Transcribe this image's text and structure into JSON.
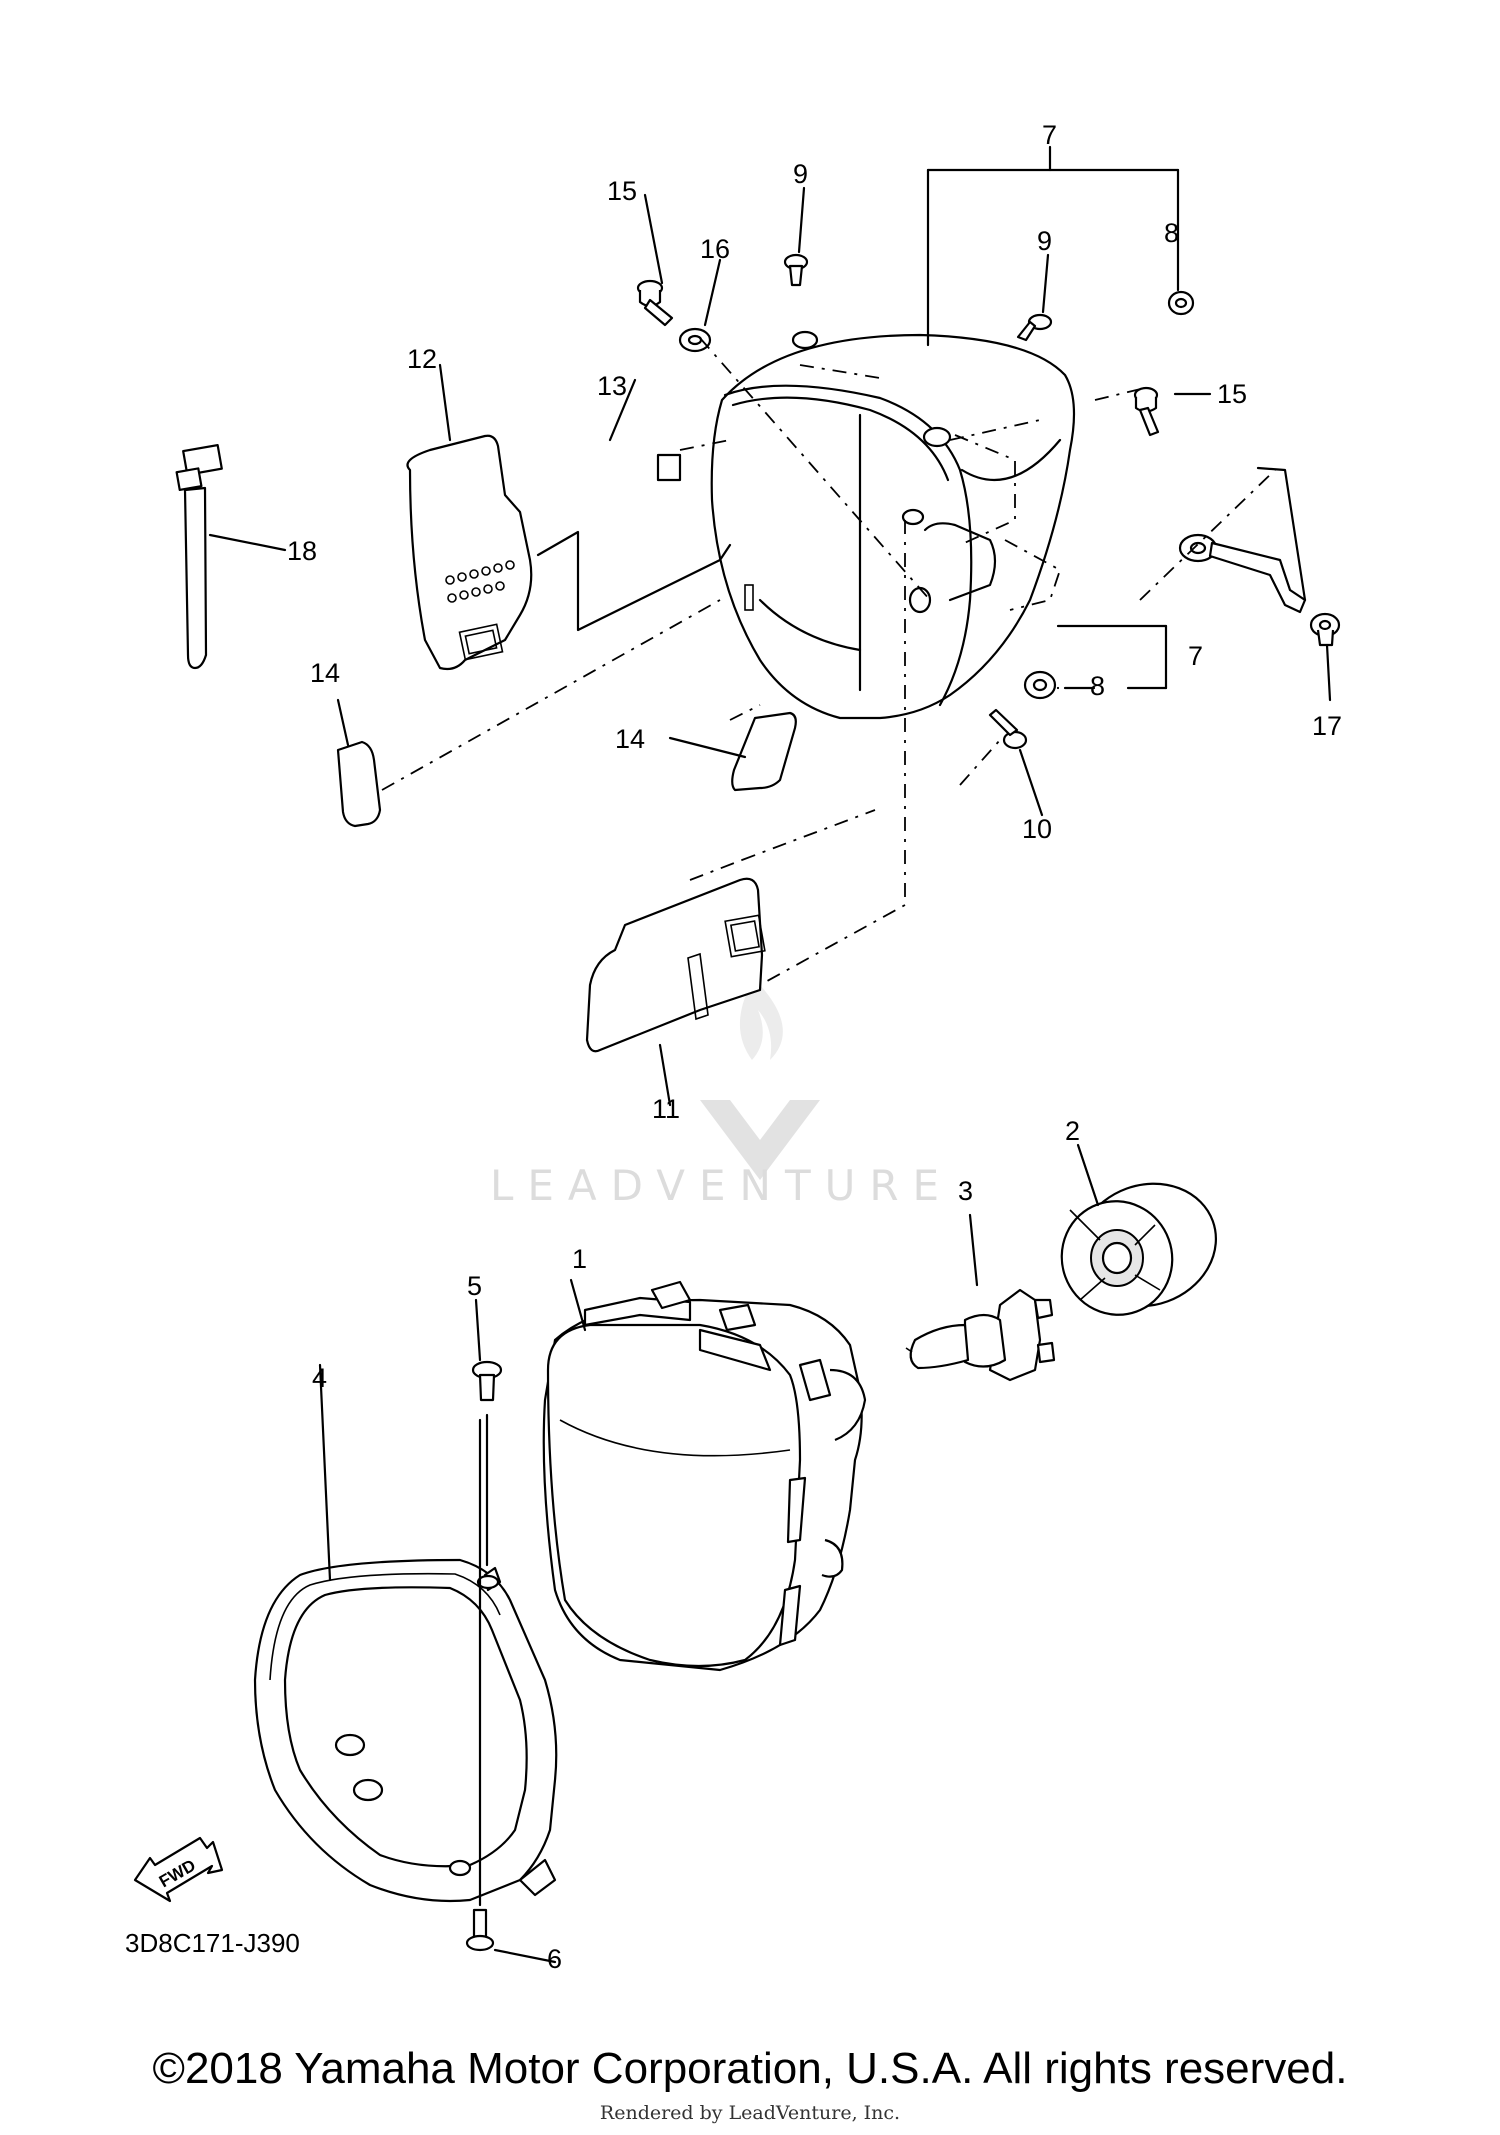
{
  "diagram": {
    "code": "3D8C171-J390",
    "fwd_label": "FWD",
    "watermark": "LEADVENTURE",
    "callouts": {
      "c1": "1",
      "c2": "2",
      "c3": "3",
      "c4": "4",
      "c5": "5",
      "c6": "6",
      "c7a": "7",
      "c7b": "7",
      "c8a": "8",
      "c8b": "8",
      "c9a": "9",
      "c9b": "9",
      "c10": "10",
      "c11": "11",
      "c12": "12",
      "c13": "13",
      "c14a": "14",
      "c14b": "14",
      "c15a": "15",
      "c15b": "15",
      "c16": "16",
      "c17": "17",
      "c18": "18"
    }
  },
  "footer": {
    "copyright": "©2018 Yamaha Motor Corporation, U.S.A. All rights reserved.",
    "rendered_by": "Rendered by LeadVenture, Inc."
  }
}
